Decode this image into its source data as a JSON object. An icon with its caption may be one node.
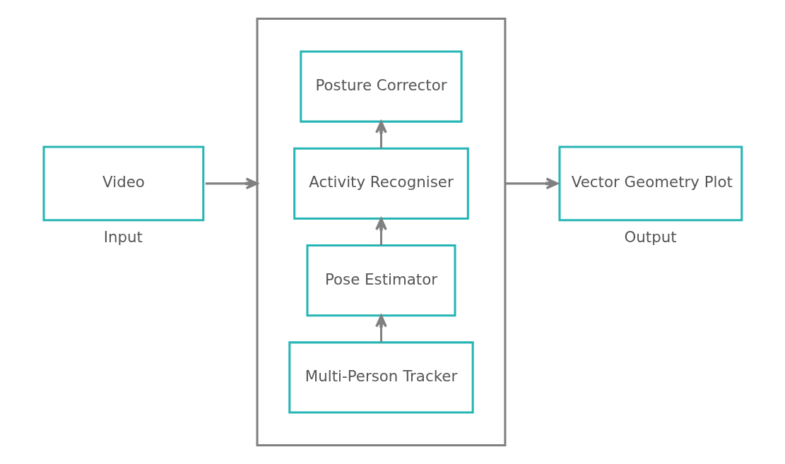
{
  "diagram": {
    "nodes": [
      {
        "text": [
          "Video"
        ],
        "beside": [
          "Input"
        ]
      },
      {
        "text": [],
        "shape": "box"
      },
      {
        "text": [
          "Multi-Person Tracker"
        ],
        "in": 1
      },
      {
        "text": [
          "Pose Estimator"
        ],
        "in": 1
      },
      {
        "text": [
          "Activity Recogniser"
        ],
        "in": 1
      },
      {
        "text": [
          "Posture Corrector"
        ],
        "in": 1
      },
      {
        "text": [
          "Vector Geometry Plot"
        ],
        "beside": [
          "Output"
        ]
      }
    ],
    "edges": [
      {
        "from": 0,
        "to": 1,
        "arrow": "to"
      },
      {
        "from": 2,
        "to": 3,
        "arrow": "to"
      },
      {
        "from": 3,
        "to": 4,
        "arrow": "to"
      },
      {
        "from": 4,
        "to": 5,
        "arrow": "to"
      },
      {
        "from": 1,
        "to": 6,
        "arrow": "to"
      }
    ]
  }
}
